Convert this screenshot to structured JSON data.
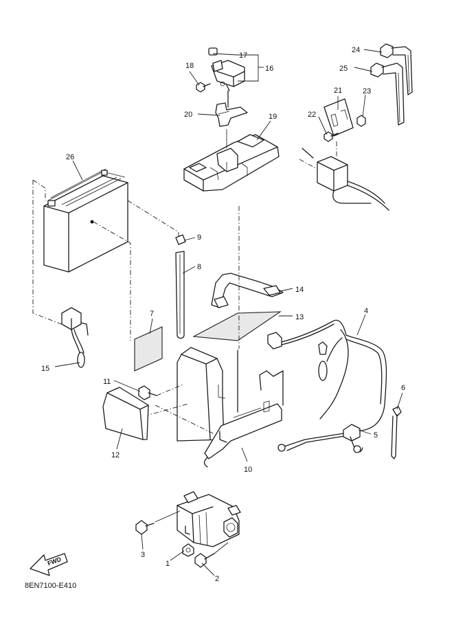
{
  "diagram": {
    "drawing_code": "8EN7100-E410",
    "forward_marker": "FWD",
    "callouts": [
      {
        "id": "c1",
        "label": "1"
      },
      {
        "id": "c2",
        "label": "2"
      },
      {
        "id": "c3",
        "label": "3"
      },
      {
        "id": "c4",
        "label": "4"
      },
      {
        "id": "c5",
        "label": "5"
      },
      {
        "id": "c6",
        "label": "6"
      },
      {
        "id": "c7",
        "label": "7"
      },
      {
        "id": "c8",
        "label": "8"
      },
      {
        "id": "c9",
        "label": "9"
      },
      {
        "id": "c10",
        "label": "10"
      },
      {
        "id": "c11",
        "label": "11"
      },
      {
        "id": "c12",
        "label": "12"
      },
      {
        "id": "c13",
        "label": "13"
      },
      {
        "id": "c14",
        "label": "14"
      },
      {
        "id": "c15",
        "label": "15"
      },
      {
        "id": "c16",
        "label": "16"
      },
      {
        "id": "c17",
        "label": "17"
      },
      {
        "id": "c18",
        "label": "18"
      },
      {
        "id": "c19",
        "label": "19"
      },
      {
        "id": "c20",
        "label": "20"
      },
      {
        "id": "c21",
        "label": "21"
      },
      {
        "id": "c22",
        "label": "22"
      },
      {
        "id": "c23",
        "label": "23"
      },
      {
        "id": "c24",
        "label": "24"
      },
      {
        "id": "c25",
        "label": "25"
      },
      {
        "id": "c26",
        "label": "26"
      }
    ]
  }
}
